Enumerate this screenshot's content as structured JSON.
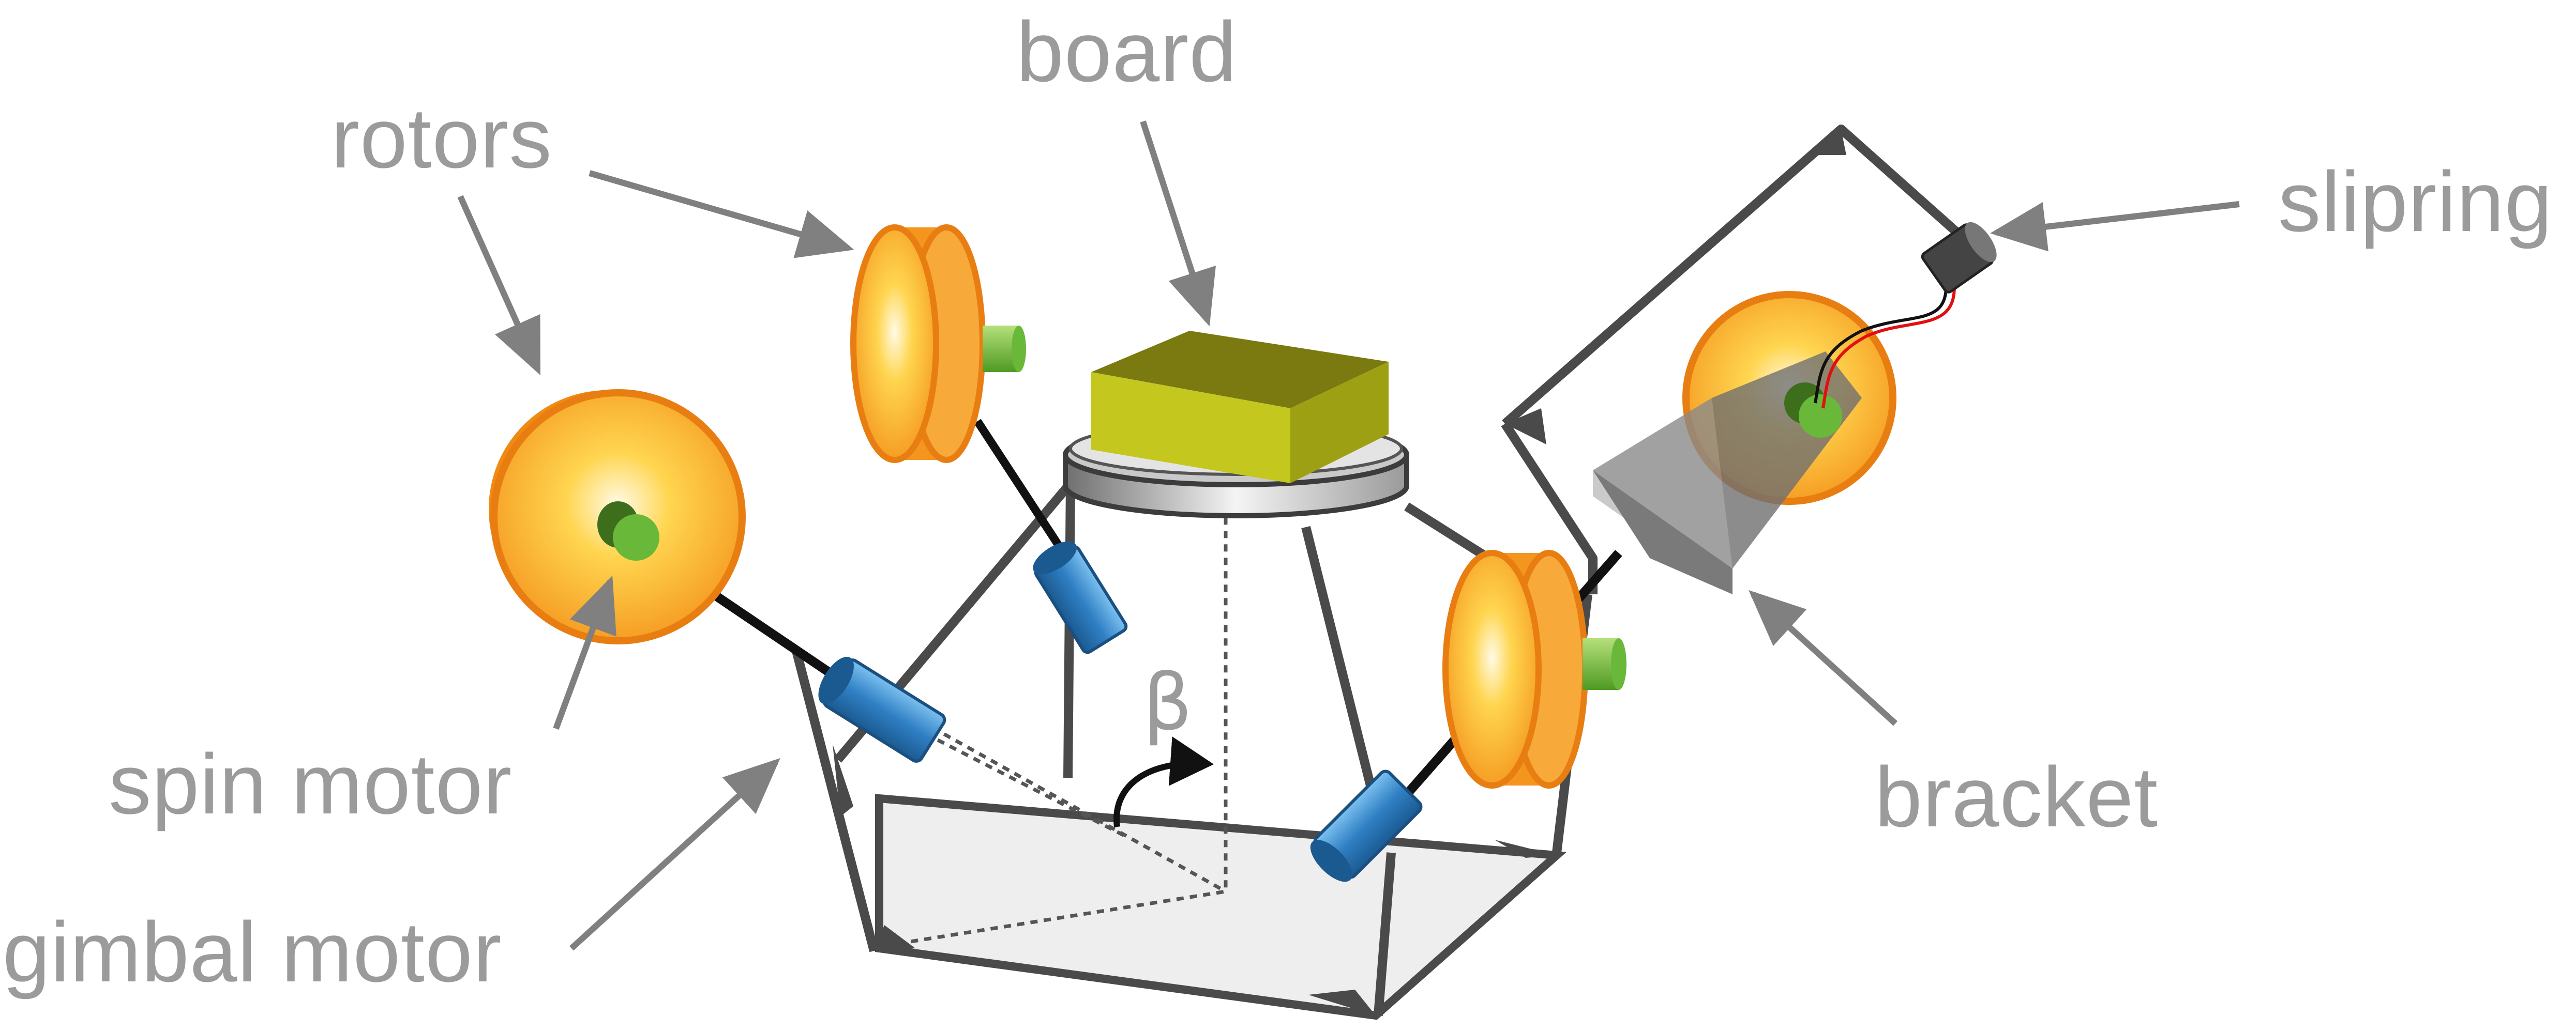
{
  "labels": {
    "board": "board",
    "rotors": "rotors",
    "slipring": "slipring",
    "spin_motor": "spin motor",
    "gimbal_motor": "gimbal motor",
    "bracket": "bracket",
    "angle": "β"
  },
  "colors": {
    "frame": "#4a4a4a",
    "label_text": "#9b9b9b",
    "arrow": "#808080",
    "rotor_orange": "#f4961e",
    "rotor_center": "#ffe082",
    "axle_green": "#6ab83a",
    "motor_blue": "#2f7fc4",
    "board_yellow": "#c4c81e",
    "platform_gray": "#bdbdbd",
    "bracket_gray": "#6e6e6e",
    "base_fill": "#eeeeee",
    "wire_red": "#e01010"
  },
  "icons": {
    "rotor": "rotor-disc-icon",
    "spin_motor": "spin-motor-cylinder-icon",
    "gimbal_motor": "gimbal-motor-cylinder-icon",
    "board": "board-box-icon",
    "slipring": "slipring-icon",
    "bracket": "bracket-icon",
    "angle_arrow": "curved-arrow-icon"
  }
}
